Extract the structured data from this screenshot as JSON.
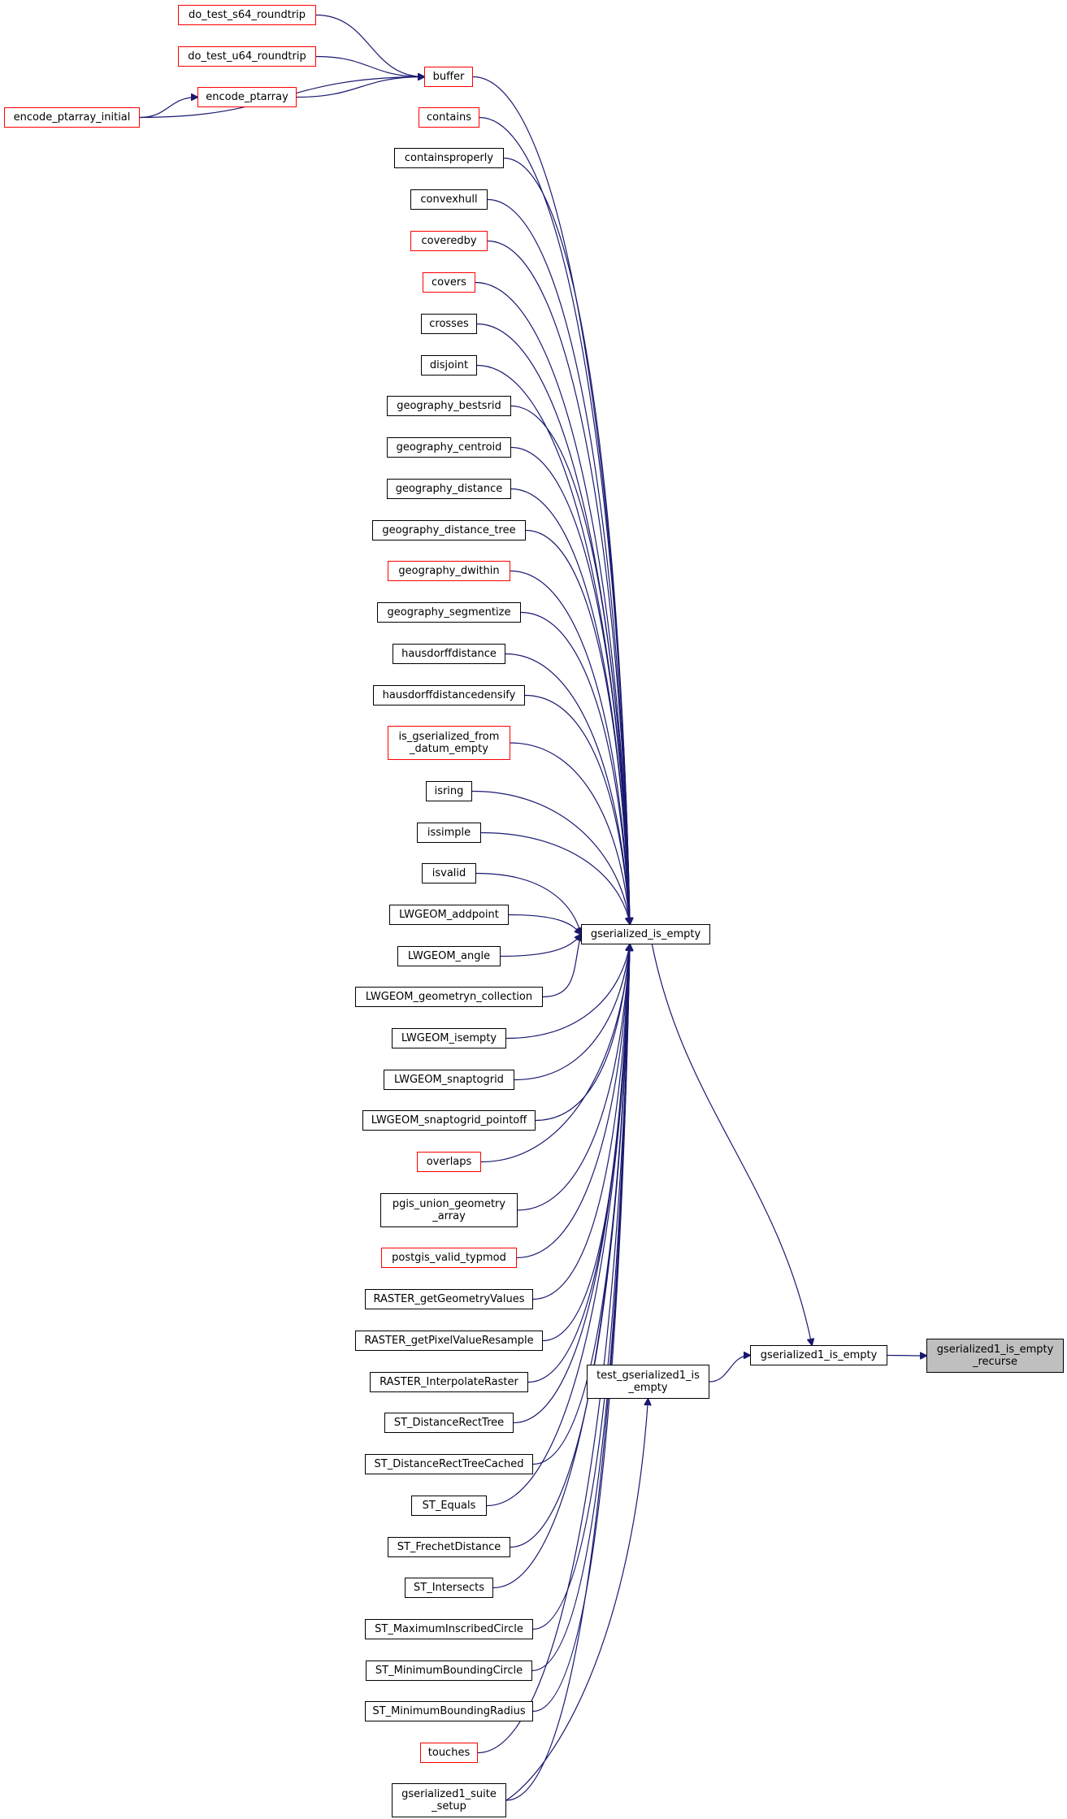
{
  "colors": {
    "edge": "#191970",
    "border_default": "#000000",
    "border_truncated": "#ff0000",
    "focus_fill": "#bfbfbf"
  },
  "graph": {
    "focus": {
      "id": "gserialized1_is_empty_recurse",
      "label": "gserialized1_is_empty\n_recurse"
    },
    "nodes": [
      {
        "id": "do_test_s64_roundtrip",
        "label": "do_test_s64_roundtrip",
        "style": "truncated"
      },
      {
        "id": "do_test_u64_roundtrip",
        "label": "do_test_u64_roundtrip",
        "style": "truncated"
      },
      {
        "id": "encode_ptarray",
        "label": "encode_ptarray",
        "style": "truncated"
      },
      {
        "id": "encode_ptarray_initial",
        "label": "encode_ptarray_initial",
        "style": "truncated"
      },
      {
        "id": "buffer",
        "label": "buffer",
        "style": "truncated"
      },
      {
        "id": "contains",
        "label": "contains",
        "style": "truncated"
      },
      {
        "id": "containsproperly",
        "label": "containsproperly",
        "style": "normal"
      },
      {
        "id": "convexhull",
        "label": "convexhull",
        "style": "normal"
      },
      {
        "id": "coveredby",
        "label": "coveredby",
        "style": "truncated"
      },
      {
        "id": "covers",
        "label": "covers",
        "style": "truncated"
      },
      {
        "id": "crosses",
        "label": "crosses",
        "style": "normal"
      },
      {
        "id": "disjoint",
        "label": "disjoint",
        "style": "normal"
      },
      {
        "id": "geography_bestsrid",
        "label": "geography_bestsrid",
        "style": "normal"
      },
      {
        "id": "geography_centroid",
        "label": "geography_centroid",
        "style": "normal"
      },
      {
        "id": "geography_distance",
        "label": "geography_distance",
        "style": "normal"
      },
      {
        "id": "geography_distance_tree",
        "label": "geography_distance_tree",
        "style": "normal"
      },
      {
        "id": "geography_dwithin",
        "label": "geography_dwithin",
        "style": "truncated"
      },
      {
        "id": "geography_segmentize",
        "label": "geography_segmentize",
        "style": "normal"
      },
      {
        "id": "hausdorffdistance",
        "label": "hausdorffdistance",
        "style": "normal"
      },
      {
        "id": "hausdorffdistancedensify",
        "label": "hausdorffdistancedensify",
        "style": "normal"
      },
      {
        "id": "is_gserialized_from_datum_empty",
        "label": "is_gserialized_from\n_datum_empty",
        "style": "truncated"
      },
      {
        "id": "isring",
        "label": "isring",
        "style": "normal"
      },
      {
        "id": "issimple",
        "label": "issimple",
        "style": "normal"
      },
      {
        "id": "isvalid",
        "label": "isvalid",
        "style": "normal"
      },
      {
        "id": "LWGEOM_addpoint",
        "label": "LWGEOM_addpoint",
        "style": "normal"
      },
      {
        "id": "LWGEOM_angle",
        "label": "LWGEOM_angle",
        "style": "normal"
      },
      {
        "id": "LWGEOM_geometryn_collection",
        "label": "LWGEOM_geometryn_collection",
        "style": "normal"
      },
      {
        "id": "LWGEOM_isempty",
        "label": "LWGEOM_isempty",
        "style": "normal"
      },
      {
        "id": "LWGEOM_snaptogrid",
        "label": "LWGEOM_snaptogrid",
        "style": "normal"
      },
      {
        "id": "LWGEOM_snaptogrid_pointoff",
        "label": "LWGEOM_snaptogrid_pointoff",
        "style": "normal"
      },
      {
        "id": "overlaps",
        "label": "overlaps",
        "style": "truncated"
      },
      {
        "id": "pgis_union_geometry_array",
        "label": "pgis_union_geometry\n_array",
        "style": "normal"
      },
      {
        "id": "postgis_valid_typmod",
        "label": "postgis_valid_typmod",
        "style": "truncated"
      },
      {
        "id": "RASTER_getGeometryValues",
        "label": "RASTER_getGeometryValues",
        "style": "normal"
      },
      {
        "id": "RASTER_getPixelValueResample",
        "label": "RASTER_getPixelValueResample",
        "style": "normal"
      },
      {
        "id": "RASTER_InterpolateRaster",
        "label": "RASTER_InterpolateRaster",
        "style": "normal"
      },
      {
        "id": "ST_DistanceRectTree",
        "label": "ST_DistanceRectTree",
        "style": "normal"
      },
      {
        "id": "ST_DistanceRectTreeCached",
        "label": "ST_DistanceRectTreeCached",
        "style": "normal"
      },
      {
        "id": "ST_Equals",
        "label": "ST_Equals",
        "style": "normal"
      },
      {
        "id": "ST_FrechetDistance",
        "label": "ST_FrechetDistance",
        "style": "normal"
      },
      {
        "id": "ST_Intersects",
        "label": "ST_Intersects",
        "style": "normal"
      },
      {
        "id": "ST_MaximumInscribedCircle",
        "label": "ST_MaximumInscribedCircle",
        "style": "normal"
      },
      {
        "id": "ST_MinimumBoundingCircle",
        "label": "ST_MinimumBoundingCircle",
        "style": "normal"
      },
      {
        "id": "ST_MinimumBoundingRadius",
        "label": "ST_MinimumBoundingRadius",
        "style": "normal"
      },
      {
        "id": "touches",
        "label": "touches",
        "style": "truncated"
      },
      {
        "id": "gserialized1_suite_setup",
        "label": "gserialized1_suite\n_setup",
        "style": "normal"
      },
      {
        "id": "gserialized_is_empty",
        "label": "gserialized_is_empty",
        "style": "normal"
      },
      {
        "id": "test_gserialized1_is_empty",
        "label": "test_gserialized1_is\n_empty",
        "style": "normal"
      },
      {
        "id": "gserialized1_is_empty",
        "label": "gserialized1_is_empty",
        "style": "normal"
      }
    ],
    "edges": [
      {
        "from": "do_test_s64_roundtrip",
        "to": "buffer"
      },
      {
        "from": "do_test_u64_roundtrip",
        "to": "buffer"
      },
      {
        "from": "encode_ptarray",
        "to": "buffer"
      },
      {
        "from": "encode_ptarray_initial",
        "to": "buffer"
      },
      {
        "from": "encode_ptarray_initial",
        "to": "encode_ptarray"
      },
      {
        "from": "buffer",
        "to": "gserialized_is_empty"
      },
      {
        "from": "contains",
        "to": "gserialized_is_empty"
      },
      {
        "from": "containsproperly",
        "to": "gserialized_is_empty"
      },
      {
        "from": "convexhull",
        "to": "gserialized_is_empty"
      },
      {
        "from": "coveredby",
        "to": "gserialized_is_empty"
      },
      {
        "from": "covers",
        "to": "gserialized_is_empty"
      },
      {
        "from": "crosses",
        "to": "gserialized_is_empty"
      },
      {
        "from": "disjoint",
        "to": "gserialized_is_empty"
      },
      {
        "from": "geography_bestsrid",
        "to": "gserialized_is_empty"
      },
      {
        "from": "geography_centroid",
        "to": "gserialized_is_empty"
      },
      {
        "from": "geography_distance",
        "to": "gserialized_is_empty"
      },
      {
        "from": "geography_distance_tree",
        "to": "gserialized_is_empty"
      },
      {
        "from": "geography_dwithin",
        "to": "gserialized_is_empty"
      },
      {
        "from": "geography_segmentize",
        "to": "gserialized_is_empty"
      },
      {
        "from": "hausdorffdistance",
        "to": "gserialized_is_empty"
      },
      {
        "from": "hausdorffdistancedensify",
        "to": "gserialized_is_empty"
      },
      {
        "from": "is_gserialized_from_datum_empty",
        "to": "gserialized_is_empty"
      },
      {
        "from": "isring",
        "to": "gserialized_is_empty"
      },
      {
        "from": "issimple",
        "to": "gserialized_is_empty"
      },
      {
        "from": "isvalid",
        "to": "gserialized_is_empty"
      },
      {
        "from": "LWGEOM_addpoint",
        "to": "gserialized_is_empty"
      },
      {
        "from": "LWGEOM_angle",
        "to": "gserialized_is_empty"
      },
      {
        "from": "LWGEOM_geometryn_collection",
        "to": "gserialized_is_empty"
      },
      {
        "from": "LWGEOM_isempty",
        "to": "gserialized_is_empty"
      },
      {
        "from": "LWGEOM_snaptogrid",
        "to": "gserialized_is_empty"
      },
      {
        "from": "LWGEOM_snaptogrid_pointoff",
        "to": "gserialized_is_empty"
      },
      {
        "from": "overlaps",
        "to": "gserialized_is_empty"
      },
      {
        "from": "pgis_union_geometry_array",
        "to": "gserialized_is_empty"
      },
      {
        "from": "postgis_valid_typmod",
        "to": "gserialized_is_empty"
      },
      {
        "from": "RASTER_getGeometryValues",
        "to": "gserialized_is_empty"
      },
      {
        "from": "RASTER_getPixelValueResample",
        "to": "gserialized_is_empty"
      },
      {
        "from": "RASTER_InterpolateRaster",
        "to": "gserialized_is_empty"
      },
      {
        "from": "ST_DistanceRectTree",
        "to": "gserialized_is_empty"
      },
      {
        "from": "ST_DistanceRectTreeCached",
        "to": "gserialized_is_empty"
      },
      {
        "from": "ST_Equals",
        "to": "gserialized_is_empty"
      },
      {
        "from": "ST_FrechetDistance",
        "to": "gserialized_is_empty"
      },
      {
        "from": "ST_Intersects",
        "to": "gserialized_is_empty"
      },
      {
        "from": "ST_MaximumInscribedCircle",
        "to": "gserialized_is_empty"
      },
      {
        "from": "ST_MinimumBoundingCircle",
        "to": "gserialized_is_empty"
      },
      {
        "from": "ST_MinimumBoundingRadius",
        "to": "gserialized_is_empty"
      },
      {
        "from": "touches",
        "to": "gserialized_is_empty"
      },
      {
        "from": "gserialized1_suite_setup",
        "to": "gserialized_is_empty"
      },
      {
        "from": "gserialized1_suite_setup",
        "to": "test_gserialized1_is_empty"
      },
      {
        "from": "gserialized_is_empty",
        "to": "gserialized1_is_empty"
      },
      {
        "from": "test_gserialized1_is_empty",
        "to": "gserialized1_is_empty"
      },
      {
        "from": "gserialized1_is_empty",
        "to": "gserialized1_is_empty_recurse"
      }
    ]
  }
}
